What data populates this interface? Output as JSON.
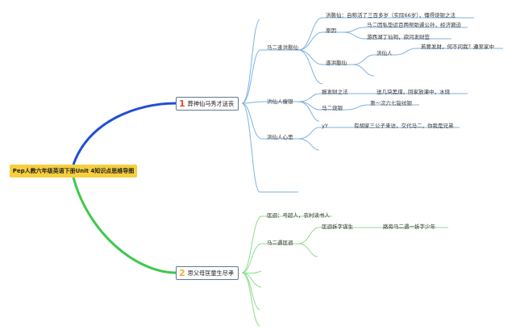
{
  "root": "Pep人教六年级英语下册Unit 4知识点思维导图",
  "topics": [
    {
      "num": "1",
      "label": "葬神仙马秀才送丧",
      "num_color": "#e0483c"
    },
    {
      "num": "2",
      "label": "思父母匡童生尽孝",
      "num_color": "#f0b030"
    }
  ],
  "nodes": {
    "n1_a": "马二逢洪憨仙",
    "n1_a1": "洪憨仙：自称活了三百多岁（实际66岁），懂得烧银之法",
    "n1_a2": "原因",
    "n1_a2a": "马二因私垫运百两帮助遽公孙，经济窘迫",
    "n1_a2b": "游西湖丁仙祠，欲问发财签",
    "n1_a3": "遂洪憨仙",
    "n1_a3a": "洪仙人",
    "n1_a3a1": "若要发财，何不问我？遵至家中",
    "n1_b": "洪仙人瘦银",
    "n1_b1": "报发财之法",
    "n1_b1a": "送几块黑煤，回家放灌中，水烧",
    "n1_b2": "马二烧银",
    "n1_b2a": "第一次六七锭纹银",
    "n1_c": "洪仙人心思",
    "n1_c1": "yY",
    "n1_c1a": "有胡家三公子来访，交代马二，你我是兄弟",
    "n2_a": "匡迥：号超人，农村读书人",
    "n2_b": "马二遇匡迥",
    "n2_b1": "匡迥拆字谋生",
    "n2_b1a": "路旁马二遇一拆字少年"
  },
  "colors": {
    "blue": "#1f4fd6",
    "green": "#3cc94b",
    "lightblue": "#7fb2e0",
    "lightgreen": "#8ddc8f",
    "root_bg": "#f7cf3c"
  }
}
